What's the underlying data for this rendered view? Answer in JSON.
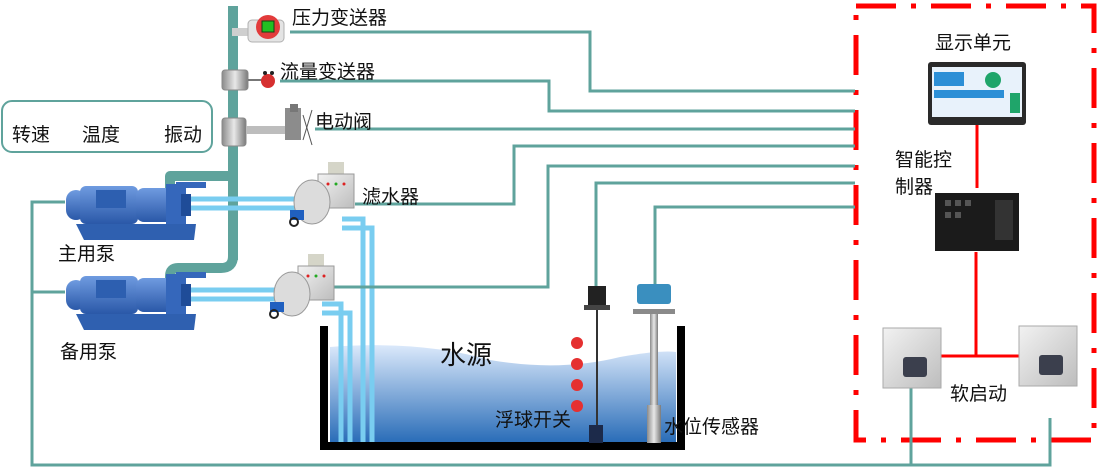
{
  "diagram": {
    "title": "水泵智能控制系统",
    "colors": {
      "signal_line": "#5fa39c",
      "main_pipe": "#5fa39c",
      "water_pipe": "#79cdf0",
      "control_boundary": "#ff0000",
      "tank_wall": "#000000",
      "water_top": "#dbe9fb",
      "water_bottom": "#2a6db8",
      "pump_blue": "#3a6fc0"
    },
    "sensor_box": {
      "items": [
        "转速",
        "温度",
        "振动"
      ]
    },
    "field_devices": {
      "pressure_transmitter": "压力变送器",
      "flow_transmitter": "流量变送器",
      "electric_valve": "电动阀",
      "water_filter": "滤水器",
      "main_pump": "主用泵",
      "backup_pump": "备用泵",
      "water_source": "水源",
      "float_switch": "浮球开关",
      "level_sensor": "水位传感器"
    },
    "control_cabinet": {
      "display_unit": "显示单元",
      "smart_controller": "智能控制器",
      "smart_controller_line1": "智能控",
      "smart_controller_line2": "制器",
      "soft_starter": "软启动"
    }
  }
}
